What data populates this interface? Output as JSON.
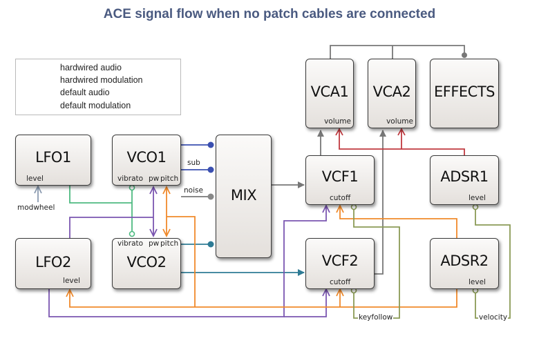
{
  "title": "ACE signal flow when no patch cables are connected",
  "legend": {
    "items": [
      {
        "label": "hardwired audio",
        "icon": "line-filled-dot-icon"
      },
      {
        "label": "hardwired modulation",
        "icon": "line-open-dot-icon"
      },
      {
        "label": "default audio",
        "icon": "filled-arrow-icon"
      },
      {
        "label": "default modulation",
        "icon": "open-arrow-icon"
      }
    ]
  },
  "modules": {
    "lfo1": {
      "name": "LFO1",
      "ports": [
        "level"
      ]
    },
    "vco1": {
      "name": "VCO1",
      "ports": [
        "vibrato",
        "pw",
        "pitch"
      ]
    },
    "mix": {
      "name": "MIX"
    },
    "vcf1": {
      "name": "VCF1",
      "ports": [
        "cutoff"
      ]
    },
    "adsr1": {
      "name": "ADSR1",
      "ports": [
        "level"
      ]
    },
    "vca1": {
      "name": "VCA1",
      "ports": [
        "volume"
      ]
    },
    "vca2": {
      "name": "VCA2",
      "ports": [
        "volume"
      ]
    },
    "effects": {
      "name": "EFFECTS"
    },
    "lfo2": {
      "name": "LFO2",
      "ports": [
        "level"
      ]
    },
    "vco2": {
      "name": "VCO2",
      "ports": [
        "vibrato",
        "pw",
        "pitch"
      ]
    },
    "vcf2": {
      "name": "VCF2",
      "ports": [
        "cutoff"
      ]
    },
    "adsr2": {
      "name": "ADSR2",
      "ports": [
        "level"
      ]
    }
  },
  "wire_labels": {
    "sub": "sub",
    "noise": "noise",
    "modwheel": "modwheel",
    "keyfollow": "keyfollow",
    "velocity": "velocity"
  },
  "colors": {
    "title": "#4a5a80",
    "audio_gray": "#777777",
    "vco1_blue": "#3a4fb0",
    "vco2_teal": "#2e7b95",
    "lfo1_green": "#4dba80",
    "lfo2_purple": "#7a55b0",
    "adsr2_orange": "#f0892a",
    "adsr1_red": "#c0393f",
    "olive": "#8a9a55",
    "modwheel_blue": "#8a9ab0"
  }
}
